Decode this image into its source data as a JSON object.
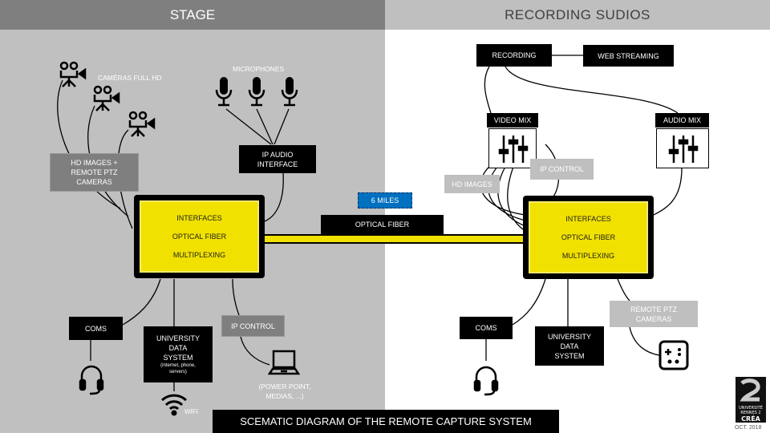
{
  "header": {
    "left_title": "STAGE",
    "right_title": "RECORDING SUDIOS"
  },
  "stage": {
    "cameras_label": "CAMÉRAS FULL HD",
    "microphones_label": "MICROPHONES",
    "hd_images_box": [
      "HD IMAGES +",
      "REMOTE PTZ",
      "CAMERAS"
    ],
    "ip_audio_box": [
      "IP AUDIO",
      "INTERFACE"
    ],
    "hub": [
      "INTERFACES",
      "OPTICAL FIBER",
      "MULTIPLEXING"
    ],
    "coms": "COMS",
    "university": [
      "UNIVERSITY",
      "DATA",
      "SYSTEM"
    ],
    "university_sub": [
      "(internet, phone,",
      "servers)"
    ],
    "ip_control": "IP CONTROL",
    "laptop_caption": [
      "(POWER POINT,",
      "MEDIAS, ...)"
    ],
    "wifi": "WIFI"
  },
  "link": {
    "distance": "6 MILES",
    "label": "OPTICAL FIBER"
  },
  "studio": {
    "recording": "RECORDING",
    "web_streaming": "WEB STREAMING",
    "video_mix": "VIDEO MIX",
    "audio_mix": "AUDIO MIX",
    "ip_control": "IP CONTROL",
    "hd_images": "HD IMAGES",
    "hub": [
      "INTERFACES",
      "OPTICAL FIBER",
      "MULTIPLEXING"
    ],
    "coms": "COMS",
    "university": [
      "UNIVERSITY",
      "DATA",
      "SYSTEM"
    ],
    "remote_ptz": [
      "REMOTE PTZ",
      "CAMERAS"
    ]
  },
  "footer": {
    "title": "SCEMATIC DIAGRAM OF THE REMOTE CAPTURE SYSTEM",
    "logo_text": [
      "UNIVERSITÉ",
      "RENNES 2",
      "CRÉA"
    ],
    "date": "OCT. 2018"
  },
  "colors": {
    "fiber": "#f0e100",
    "link_badge": "#0070c0",
    "stage_bg": "#c0c0c0"
  }
}
